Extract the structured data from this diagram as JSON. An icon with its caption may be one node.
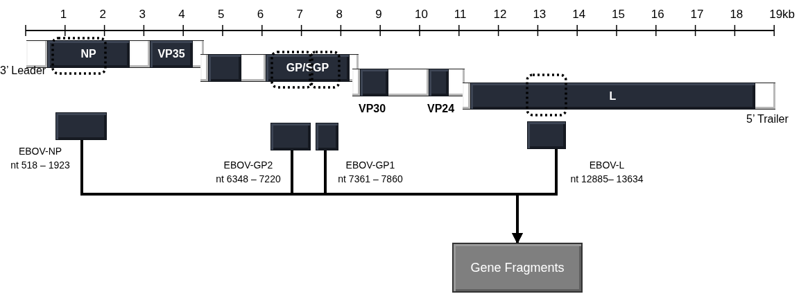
{
  "diagram": {
    "nodes": [
      {
        "text": [
          "NP"
        ]
      },
      {
        "text": [
          "VP35"
        ]
      },
      {
        "text": [],
        "shape": "box"
      },
      {
        "text": [
          "GP/SGP"
        ]
      },
      {
        "text": [
          "VP30"
        ]
      },
      {
        "text": [
          "VP24"
        ]
      },
      {
        "text": [
          "L"
        ]
      },
      {
        "text": [],
        "shape": "box",
        "beside": [
          "EBOV-NP",
          "nt 518 – 1923"
        ]
      },
      {
        "text": [],
        "shape": "box",
        "beside": [
          "EBOV-GP2",
          "nt 6348 – 7220"
        ]
      },
      {
        "text": [],
        "shape": "box",
        "beside": [
          "EBOV-GP1",
          "nt 7361 – 7860"
        ]
      },
      {
        "text": [],
        "shape": "box",
        "beside": [
          "EBOV-L",
          "nt 12885– 13634"
        ]
      },
      {
        "text": [
          "Gene Fragments"
        ]
      }
    ],
    "edges": [
      {
        "from": 7,
        "to": 11,
        "arrow": "to"
      },
      {
        "from": 8,
        "to": 11,
        "arrow": "to"
      },
      {
        "from": 9,
        "to": 11,
        "arrow": "to"
      },
      {
        "from": 10,
        "to": 11,
        "arrow": "to"
      }
    ],
    "labels": [
      "1",
      "2",
      "3",
      "4",
      "5",
      "6",
      "7",
      "8",
      "9",
      "10",
      "11",
      "12",
      "13",
      "14",
      "15",
      "16",
      "17",
      "18",
      "19kb",
      "3’ Leader",
      "5’ Trailer"
    ]
  }
}
